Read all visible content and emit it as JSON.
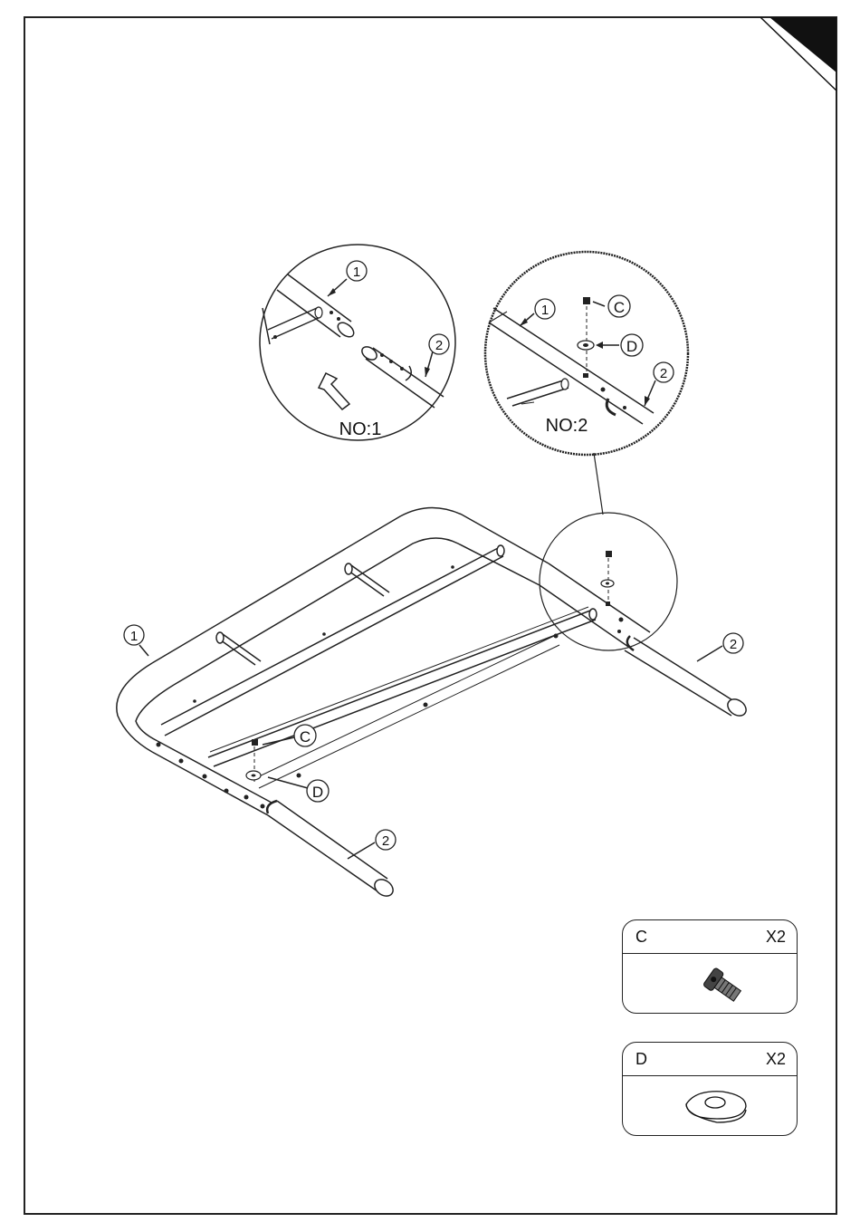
{
  "callouts": {
    "frame_part": "1",
    "leg_part": "2",
    "screw": "C",
    "washer": "D"
  },
  "details": {
    "step1_label": "NO:1",
    "step2_label": "NO:2"
  },
  "hardware": [
    {
      "letter": "C",
      "quantity": "X2",
      "icon": "bolt-icon"
    },
    {
      "letter": "D",
      "quantity": "X2",
      "icon": "washer-icon"
    }
  ]
}
